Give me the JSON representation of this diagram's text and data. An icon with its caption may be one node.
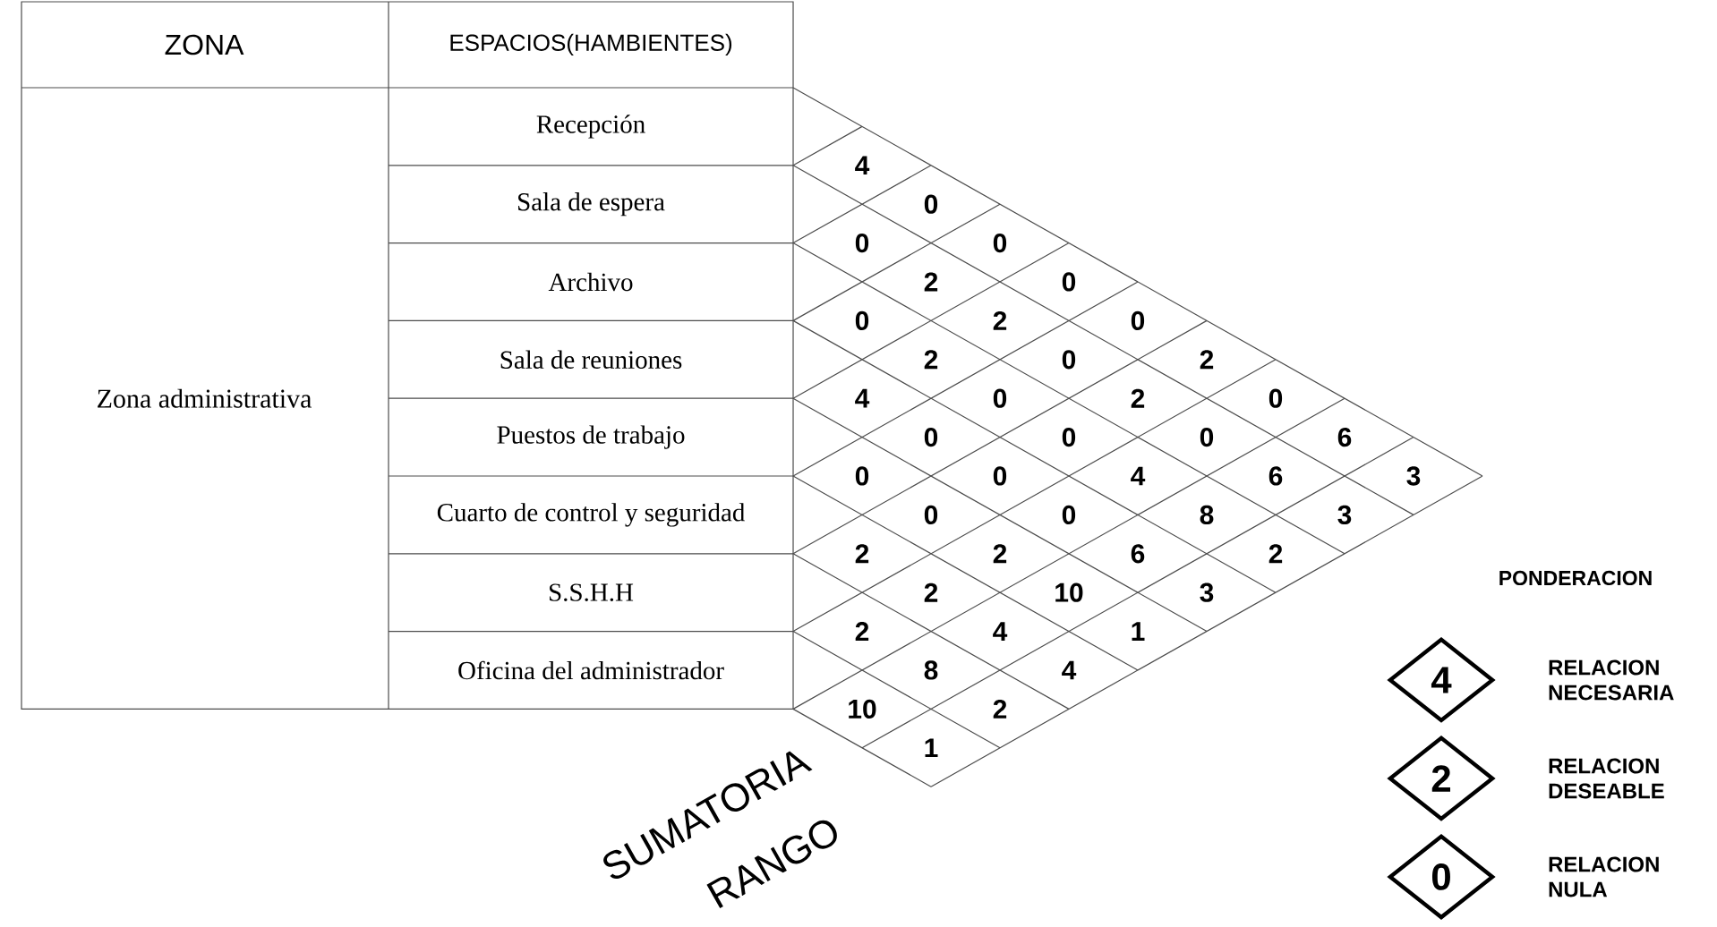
{
  "diagram": {
    "nodes": [
      {
        "text": [
          "4"
        ],
        "beside": [
          "RELACION NECESARIA"
        ]
      },
      {
        "text": [
          "2"
        ],
        "beside": [
          "RELACION DESEABLE"
        ]
      },
      {
        "text": [
          "0"
        ],
        "beside": [
          "RELACION NULA"
        ]
      }
    ],
    "labels": [
      "ZONA",
      "ESPACIOS(HAMBIENTES)",
      "Zona administrativa",
      "Recepción",
      "Sala de espera",
      "Archivo",
      "Sala de reuniones",
      "Puestos de trabajo",
      "Cuarto de control y seguridad",
      "S.S.H.H",
      "Oficina del administrador",
      "4",
      "0",
      "0",
      "0",
      "0",
      "2",
      "0",
      "6",
      "3",
      "0",
      "2",
      "2",
      "0",
      "2",
      "0",
      "6",
      "3",
      "0",
      "2",
      "0",
      "0",
      "4",
      "8",
      "2",
      "4",
      "0",
      "0",
      "0",
      "6",
      "3",
      "0",
      "0",
      "2",
      "10",
      "1",
      "2",
      "2",
      "4",
      "4",
      "2",
      "8",
      "2",
      "10",
      "1",
      "SUMATORIA",
      "RANGO",
      "PONDERACION"
    ]
  }
}
